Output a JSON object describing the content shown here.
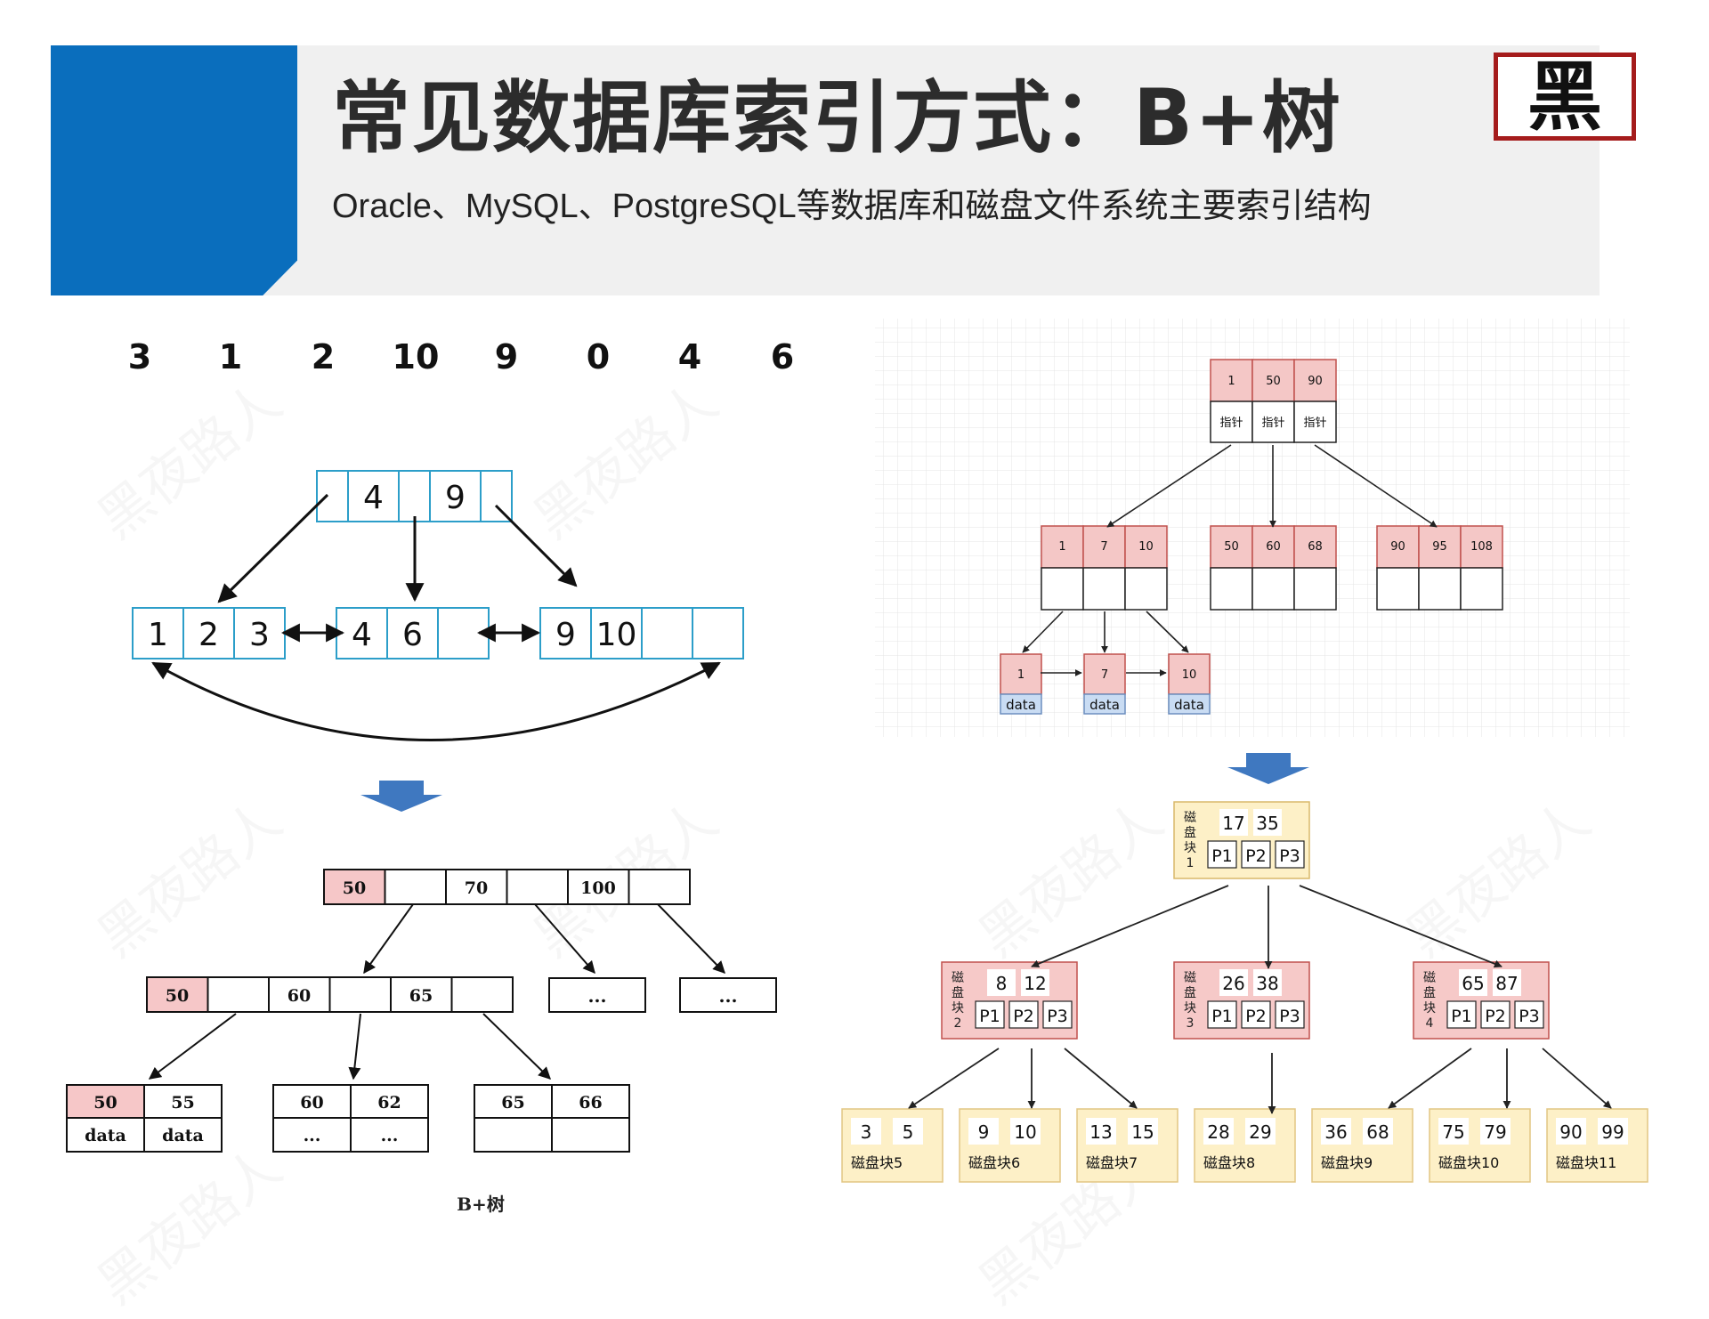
{
  "header": {
    "title": "常见数据库索引方式：B+树",
    "subtitle": "Oracle、MySQL、PostgreSQL等数据库和磁盘文件系统主要索引结构",
    "logo_text": "黑",
    "colors": {
      "accent": "#0a6ebd",
      "logo_border": "#a51c1c"
    }
  },
  "watermark": "黑夜路人",
  "left_top": {
    "sequence": [
      "3",
      "1",
      "2",
      "10",
      "9",
      "0",
      "4",
      "6"
    ],
    "root_keys": [
      "",
      "4",
      "",
      "9",
      ""
    ],
    "leaves": [
      [
        "1",
        "2",
        "3"
      ],
      [
        "4",
        "6",
        ""
      ],
      [
        "9",
        "10",
        "",
        ""
      ]
    ]
  },
  "left_bottom": {
    "root": [
      "50",
      "",
      "70",
      "",
      "100",
      ""
    ],
    "level2": [
      "50",
      "",
      "60",
      "",
      "65",
      ""
    ],
    "ellipsis": "...",
    "leaves": [
      {
        "keys": [
          "50",
          "55"
        ],
        "data": [
          "data",
          "data"
        ]
      },
      {
        "keys": [
          "60",
          "62"
        ],
        "data": [
          "...",
          "..."
        ]
      },
      {
        "keys": [
          "65",
          "66"
        ],
        "data": [
          "",
          ""
        ]
      }
    ],
    "caption": "B+树"
  },
  "right_top": {
    "root": {
      "keys": [
        "1",
        "50",
        "90"
      ],
      "ptrs": [
        "指针",
        "指针",
        "指针"
      ]
    },
    "internal": [
      [
        "1",
        "7",
        "10"
      ],
      [
        "50",
        "60",
        "68"
      ],
      [
        "90",
        "95",
        "108"
      ]
    ],
    "leaves": [
      {
        "key": "1",
        "data": "data"
      },
      {
        "key": "7",
        "data": "data"
      },
      {
        "key": "10",
        "data": "data"
      }
    ]
  },
  "right_bottom": {
    "root": {
      "label": "磁盘块1",
      "keys": [
        "17",
        "35"
      ],
      "ptrs": [
        "P1",
        "P2",
        "P3"
      ]
    },
    "middle": [
      {
        "label": "磁盘块2",
        "keys": [
          "8",
          "12"
        ],
        "ptrs": [
          "P1",
          "P2",
          "P3"
        ]
      },
      {
        "label": "磁盘块3",
        "keys": [
          "26",
          "38"
        ],
        "ptrs": [
          "P1",
          "P2",
          "P3"
        ]
      },
      {
        "label": "磁盘块4",
        "keys": [
          "65",
          "87"
        ],
        "ptrs": [
          "P1",
          "P2",
          "P3"
        ]
      }
    ],
    "leaves": [
      {
        "keys": [
          "3",
          "5"
        ],
        "label": "磁盘块5"
      },
      {
        "keys": [
          "9",
          "10"
        ],
        "label": "磁盘块6"
      },
      {
        "keys": [
          "13",
          "15"
        ],
        "label": "磁盘块7"
      },
      {
        "keys": [
          "28",
          "29"
        ],
        "label": "磁盘块8"
      },
      {
        "keys": [
          "36",
          "68"
        ],
        "label": "磁盘块9"
      },
      {
        "keys": [
          "75",
          "79"
        ],
        "label": "磁盘块10"
      },
      {
        "keys": [
          "90",
          "99"
        ],
        "label": "磁盘块11"
      }
    ]
  }
}
